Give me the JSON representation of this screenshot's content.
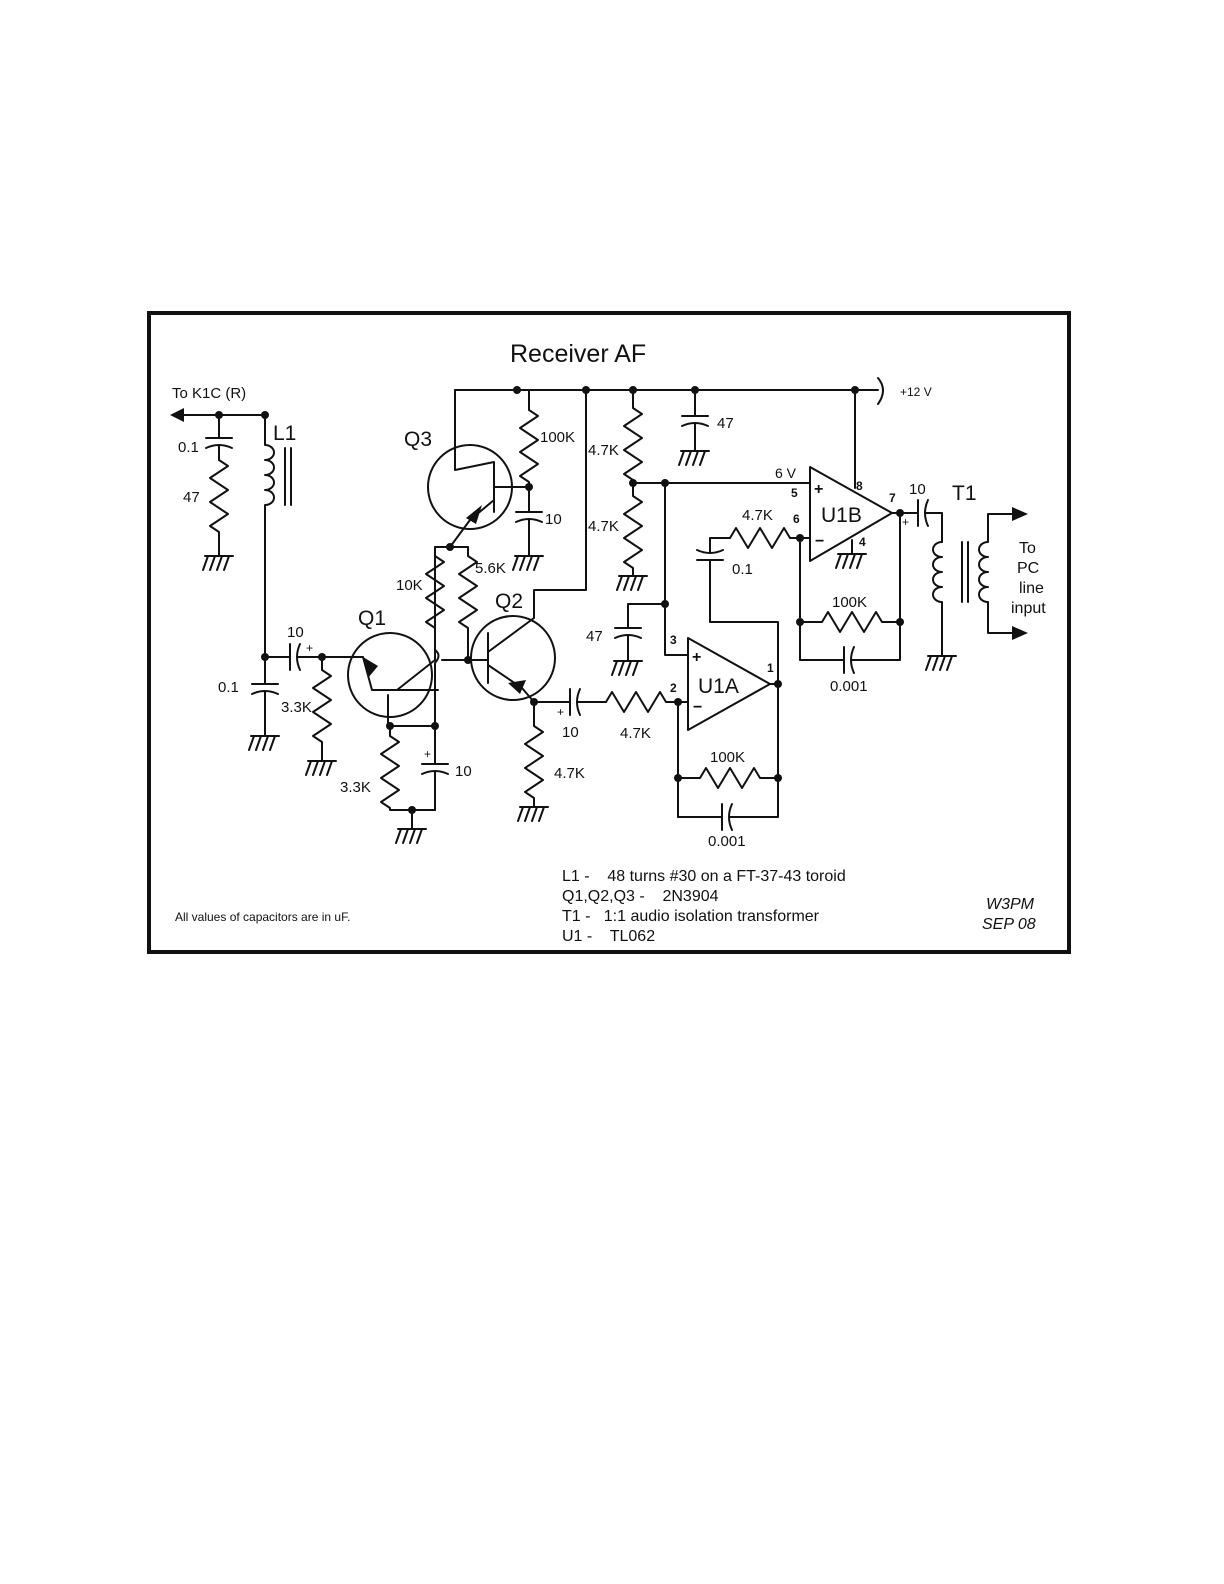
{
  "title": "Receiver AF",
  "connections": {
    "to_k1c": "To K1C (R)",
    "supply": "+12 V",
    "node_6v": "6 V",
    "to_pc": [
      "To",
      "PC",
      "line",
      "input"
    ]
  },
  "refs": {
    "L1": "L1",
    "T1": "T1",
    "Q1": "Q1",
    "Q2": "Q2",
    "Q3": "Q3",
    "U1A": "U1A",
    "U1B": "U1B"
  },
  "values": {
    "c_01_l1": "0.1",
    "c_47_l1": "47",
    "c_10_in": "10",
    "c_01_in": "0.1",
    "r_33k_base": "3.3K",
    "r_33k_emit": "3.3K",
    "c_10_emit": "10",
    "r_10k": "10K",
    "r_56k": "5.6K",
    "r_100k_q3": "100K",
    "c_10_q3": "10",
    "r_47k_top": "4.7K",
    "r_47k_bot": "4.7K",
    "c_47_top": "47",
    "c_47_mid": "47",
    "c_10_q2": "10",
    "r_47k_q2e": "4.7K",
    "r_47k_u1a": "4.7K",
    "r_100k_u1a": "100K",
    "c_0001_u1a": "0.001",
    "c_01_u1b": "0.1",
    "r_47k_u1b": "4.7K",
    "r_100k_u1b": "100K",
    "c_0001_u1b": "0.001",
    "c_10_out": "10"
  },
  "pins": {
    "p1": "1",
    "p2": "2",
    "p3": "3",
    "p4": "4",
    "p5": "5",
    "p6": "6",
    "p7": "7",
    "p8": "8"
  },
  "polarity": {
    "plus": "+",
    "minus": "−"
  },
  "notes": {
    "caps": "All values of capacitors are in uF.",
    "bom": [
      "L1 -    48 turns #30 on a FT-37-43 toroid",
      "Q1,Q2,Q3 -    2N3904",
      "T1 -   1:1 audio isolation transformer",
      "U1 -    TL062"
    ],
    "author": "W3PM",
    "date": "SEP 08"
  }
}
